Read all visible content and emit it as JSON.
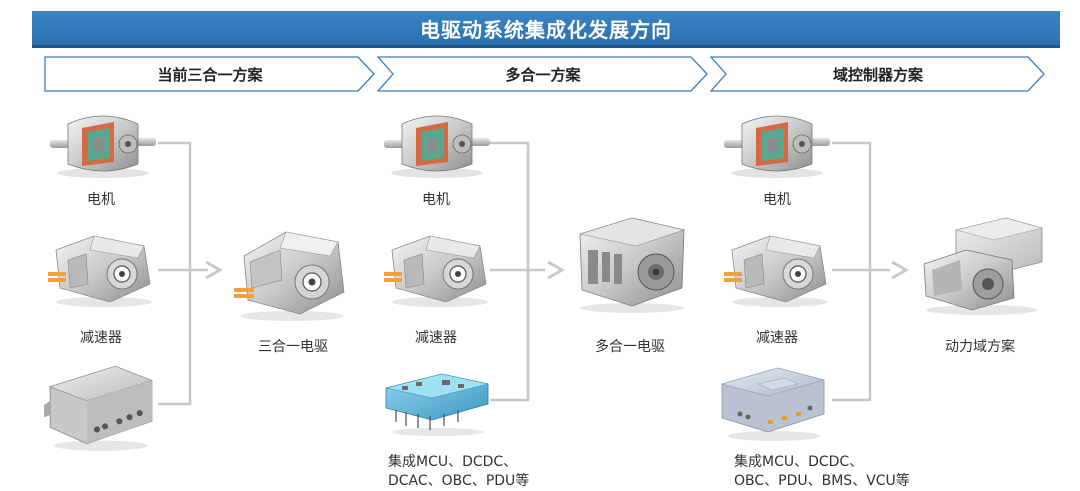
{
  "title": "电驱动系统集成化发展方向",
  "columns": [
    {
      "header": "当前三合一方案",
      "inputs": [
        "电机",
        "减速器"
      ],
      "output": "三合一电驱"
    },
    {
      "header": "多合一方案",
      "inputs": [
        "电机",
        "减速器"
      ],
      "note_lines": [
        "集成MCU、DCDC、",
        "DCAC、OBC、PDU等"
      ],
      "output": "多合一电驱"
    },
    {
      "header": "域控制器方案",
      "inputs": [
        "电机",
        "减速器"
      ],
      "note_lines": [
        "集成MCU、DCDC、",
        "OBC、PDU、BMS、VCU等"
      ],
      "output": "动力域方案"
    }
  ],
  "colors": {
    "banner": "#2f74b5",
    "chevron_stroke": "#3a7bbf",
    "connector": "#c8c8c8",
    "mcu_board": "#5fb6d8",
    "orange_shaft": "#f0a040"
  }
}
